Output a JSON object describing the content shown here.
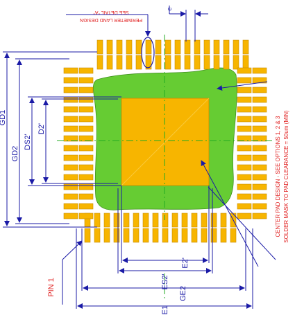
{
  "diagram": {
    "title": "Perimeter land pattern and center pad design for a quad flat package",
    "top_note_line1": "PERIMETER LAND DESIGN",
    "top_note_line2": "SEE DETAIL \"A\"",
    "dimension_labels": {
      "e": "e",
      "gd1": "GD1",
      "gd2": "GD2",
      "ds2": "DS2'",
      "d2": "D2'",
      "e2": "E2'",
      "es2": "ES2'",
      "ge2": "GE2",
      "ge1": "GE1"
    },
    "pin1_label": "PIN 1",
    "center_note_line1": "CENTER PAD DESIGN - SEE OPTIONS 1, 2 & 3",
    "center_note_line2": "SOLDER MASK TO PAD CLEARANCE = 50um (MIN)",
    "colors": {
      "pad": "#f7b500",
      "center_pad": "#f7b500",
      "solder_mask": "#66cc33",
      "dimension": "#1a1aa6",
      "annotation": "#e02020",
      "centerline": "#22aa22"
    },
    "pads_per_side": 16
  }
}
